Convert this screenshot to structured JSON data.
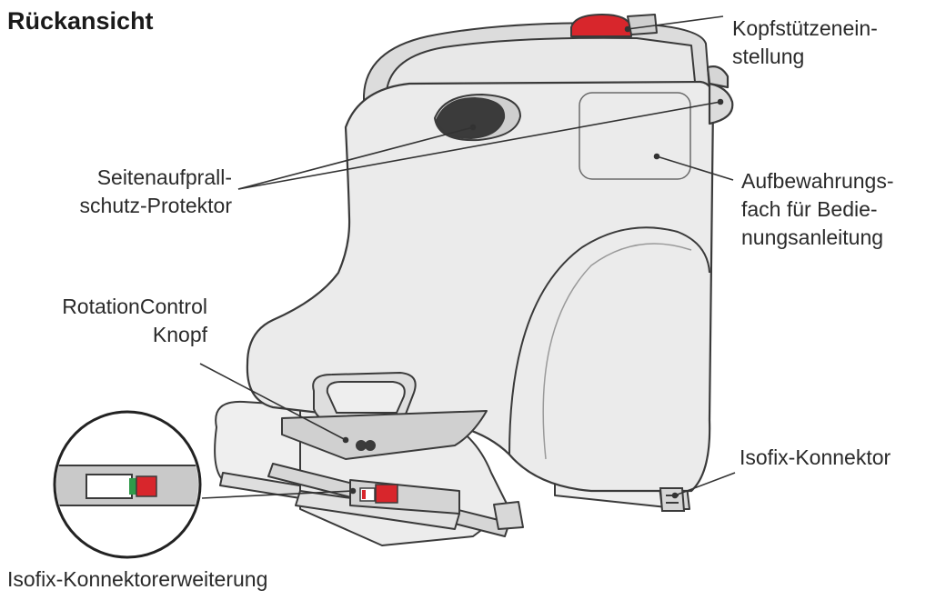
{
  "title": "Rückansicht",
  "labels": {
    "headrest": [
      "Kopfstützenein-",
      "stellung"
    ],
    "side_impact": [
      "Seitenaufprall-",
      "schutz-Protektor"
    ],
    "storage": [
      "Aufbewahrungs-",
      "fach für Bedie-",
      "nungsanleitung"
    ],
    "rotation": [
      "RotationControl",
      "Knopf"
    ],
    "isofix": "Isofix-Konnektor",
    "isofix_ext": "Isofix-Konnektorerweiterung"
  },
  "colors": {
    "seat": "#ebebeb",
    "outline": "#3a3a3a",
    "accent_red": "#d8262c",
    "accent_green": "#2f9a4a",
    "dark_protector": "#3b3b3b"
  }
}
